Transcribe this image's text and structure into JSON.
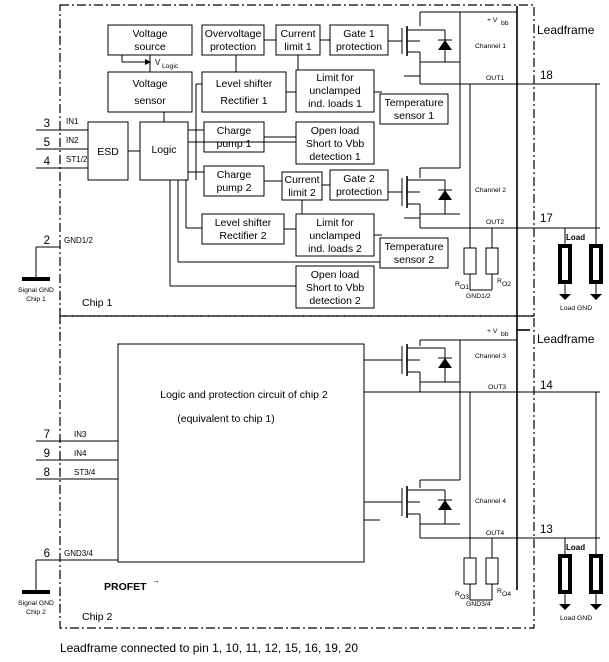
{
  "leadframe_label": "Leadframe",
  "leadframe_note": "Leadframe connected to pin 1, 10, 11, 12, 15, 16, 19, 20",
  "vbb_label": "+ V",
  "vbb_sub": "bb",
  "chip1": {
    "label": "Chip 1",
    "blocks": {
      "voltage_source": [
        "Voltage",
        "source"
      ],
      "vlogic": "V",
      "vlogic_sub": "Logic",
      "overvoltage": [
        "Overvoltage",
        "protection"
      ],
      "current_limit": [
        "Current",
        "limit 1"
      ],
      "gate_protection": [
        "Gate 1",
        "protection"
      ],
      "voltage_sensor": [
        "Voltage",
        "sensor"
      ],
      "level_shifter": [
        "Level shifter",
        "Rectifier 1"
      ],
      "limit_unclamped": [
        "Limit for",
        "unclamped",
        "ind. loads 1"
      ],
      "temp_sensor": [
        "Temperature",
        "sensor 1"
      ],
      "esd": "ESD",
      "logic": "Logic",
      "charge_pump1": [
        "Charge",
        "pump 1"
      ],
      "open_load1": [
        "Open load",
        "Short to Vbb",
        "detection 1"
      ],
      "charge_pump2": [
        "Charge",
        "pump 2"
      ],
      "current_limit2": [
        "Current",
        "limit 2"
      ],
      "gate_protection2": [
        "Gate 2",
        "protection"
      ],
      "level_shifter2": [
        "Level shifter",
        "Rectifier 2"
      ],
      "limit_unclamped2": [
        "Limit for",
        "unclamped",
        "ind. loads 2"
      ],
      "temp_sensor2": [
        "Temperature",
        "sensor 2"
      ],
      "open_load2": [
        "Open load",
        "Short to Vbb",
        "detection 2"
      ]
    },
    "channel1": "Channel 1",
    "channel2": "Channel 2",
    "out1": "OUT1",
    "out2": "OUT2",
    "pins": [
      {
        "num": "3",
        "name": "IN1"
      },
      {
        "num": "5",
        "name": "IN2"
      },
      {
        "num": "4",
        "name": "ST1/2"
      },
      {
        "num": "2",
        "name": "GND1/2"
      }
    ],
    "out_pins": [
      "18",
      "17"
    ],
    "ro1": "R",
    "ro1_sub": "O1",
    "ro2": "R",
    "ro2_sub": "O2",
    "gnd": "GND1/2",
    "signal_gnd": [
      "Signal GND",
      "Chip 1"
    ],
    "load": "Load",
    "load_gnd": "Load GND"
  },
  "chip2": {
    "label": "Chip 2",
    "logic_block": [
      "Logic and protection circuit of chip 2",
      "(equivalent to chip 1)"
    ],
    "channel3": "Channel 3",
    "channel4": "Channel 4",
    "out3": "OUT3",
    "out4": "OUT4",
    "pins": [
      {
        "num": "7",
        "name": "IN3"
      },
      {
        "num": "9",
        "name": "IN4"
      },
      {
        "num": "8",
        "name": "ST3/4"
      },
      {
        "num": "6",
        "name": "GND3/4"
      }
    ],
    "out_pins": [
      "14",
      "13"
    ],
    "ro3": "R",
    "ro3_sub": "O3",
    "ro4": "R",
    "ro4_sub": "O4",
    "gnd": "GND3/4",
    "signal_gnd": [
      "Signal GND",
      "Chip 2"
    ],
    "load": "Load",
    "load_gnd": "Load GND",
    "brand": "PROFET",
    "brand_mark": "→"
  }
}
